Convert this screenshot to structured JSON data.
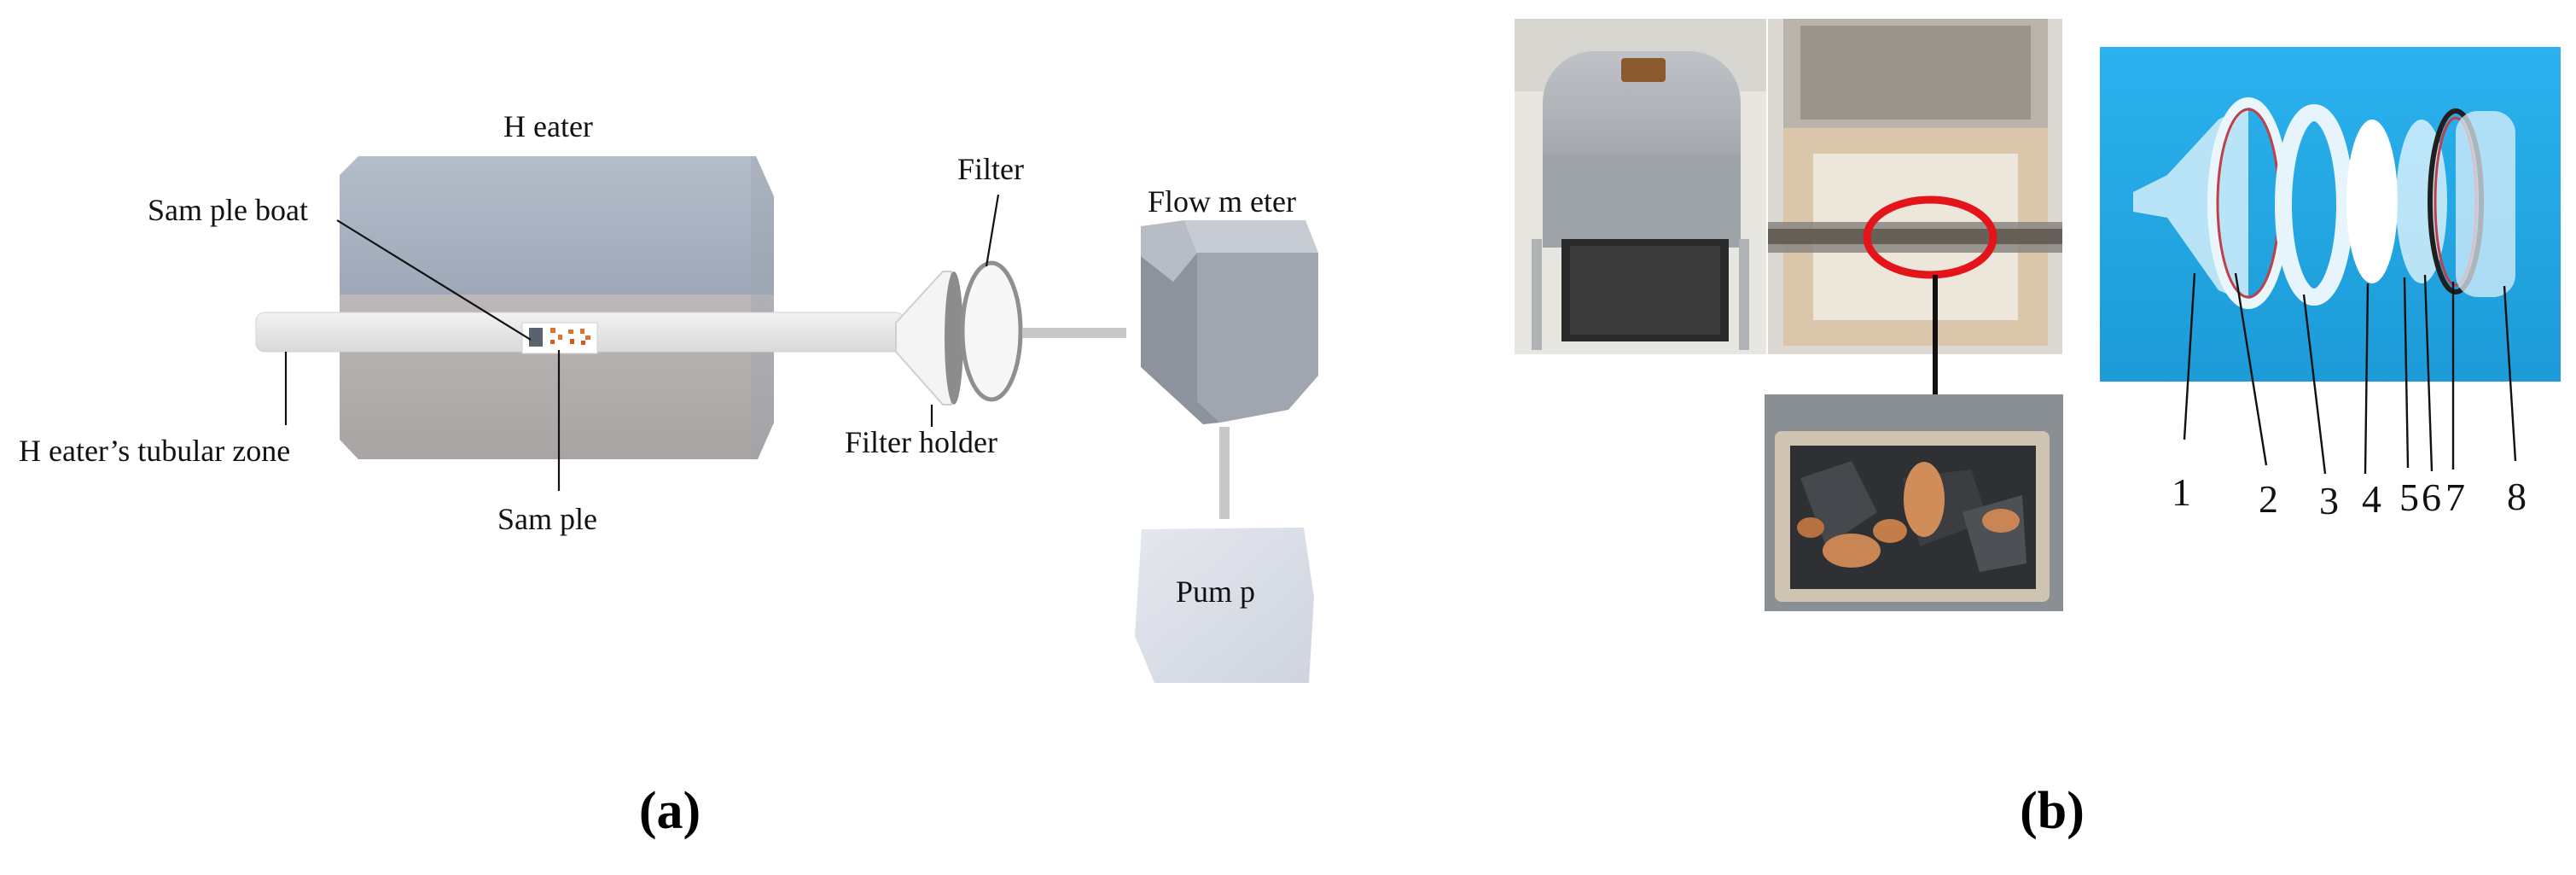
{
  "panel_a": {
    "labels": {
      "heater": "H eater",
      "filter": "Filter",
      "flowmeter": "Flow m eter",
      "sample_boat": "Sam ple boat",
      "heater_tubular_zone": "H eater’s tubular zone",
      "filter_holder": "Filter holder",
      "sample": "Sam ple",
      "pump": "Pum p"
    },
    "caption": "(a)"
  },
  "panel_b": {
    "part_numbers": [
      "1",
      "2",
      "3",
      "4",
      "5",
      "6",
      "7",
      "8"
    ],
    "caption": "(b)"
  },
  "colors": {
    "heater_top": "#a9b3c1",
    "heater_bottom": "#b7b2b2",
    "tube": "#e6e6e6",
    "highlight_circle": "#e3151b",
    "blue_background": "#21a7e6"
  }
}
